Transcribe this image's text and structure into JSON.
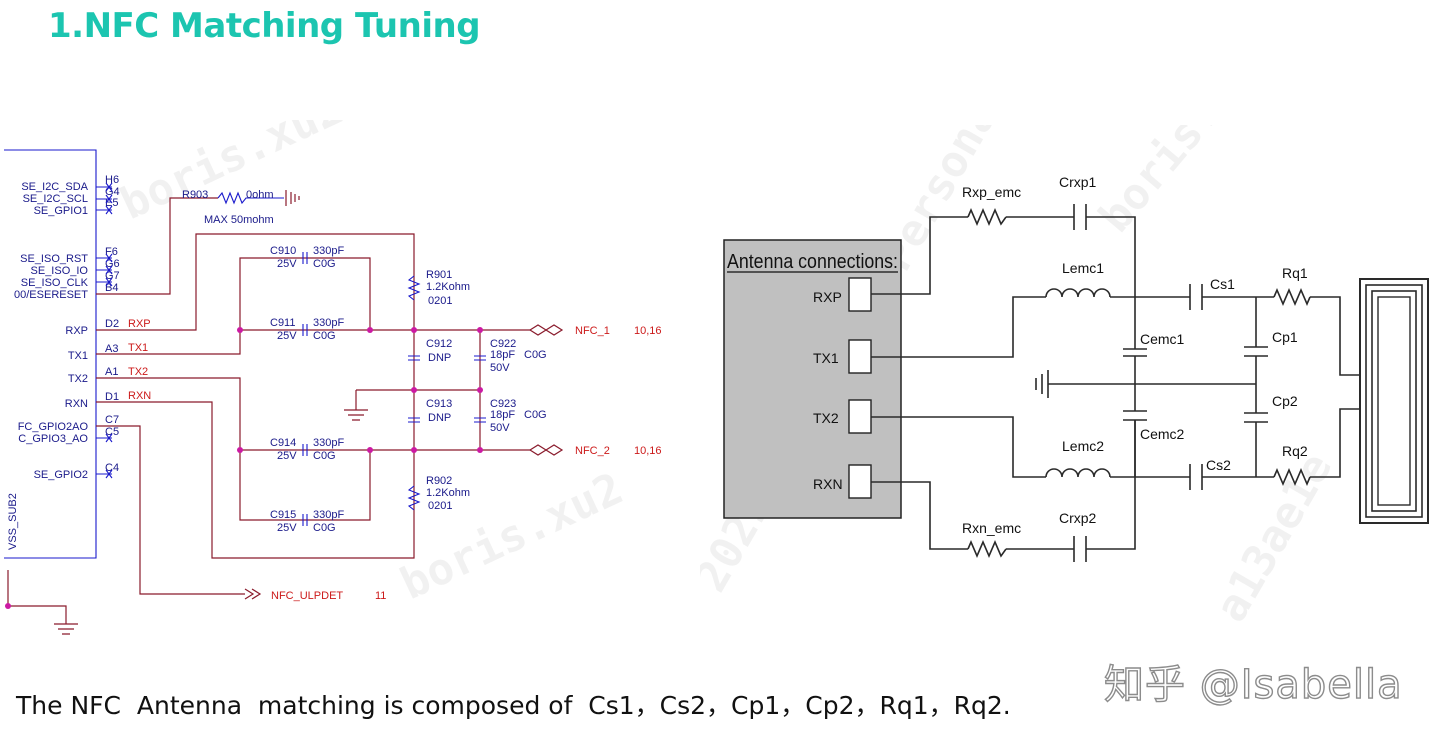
{
  "title": "1.NFC Matching Tuning",
  "caption": "The NFC  Antenna  matching is composed of  Cs1，Cs2，Cp1，Cp2，Rq1，Rq2.",
  "brand": "知乎 @Isabella",
  "schematic": {
    "ic_pins_left": [
      "SE_I2C_SDA",
      "SE_I2C_SCL",
      "SE_GPIO1",
      "SE_ISO_RST",
      "SE_ISO_IO",
      "SE_ISO_CLK",
      "00/ESERESET",
      "RXP",
      "TX1",
      "TX2",
      "RXN",
      "FC_GPIO2AO",
      "C_GPIO3_AO",
      "SE_GPIO2"
    ],
    "ic_pin_numbers": [
      "H6",
      "G4",
      "E5",
      "F6",
      "G6",
      "G7",
      "B4",
      "D2",
      "A3",
      "A1",
      "D1",
      "C7",
      "C5",
      "C4"
    ],
    "ic_net_labels": [
      "RXP",
      "TX1",
      "TX2",
      "RXN"
    ],
    "ic_sub": "VSS_SUB2",
    "r903": {
      "ref": "R903",
      "value": "0ohm",
      "note": "MAX 50mohm"
    },
    "caps": [
      {
        "ref": "C910",
        "value": "330pF",
        "v": "25V",
        "d": "C0G"
      },
      {
        "ref": "C911",
        "value": "330pF",
        "v": "25V",
        "d": "C0G"
      },
      {
        "ref": "C914",
        "value": "330pF",
        "v": "25V",
        "d": "C0G"
      },
      {
        "ref": "C915",
        "value": "330pF",
        "v": "25V",
        "d": "C0G"
      }
    ],
    "r901": {
      "ref": "R901",
      "value": "1.2Kohm",
      "pkg": "0201"
    },
    "r902": {
      "ref": "R902",
      "value": "1.2Kohm",
      "pkg": "0201"
    },
    "c912": {
      "ref": "C912",
      "value": "DNP"
    },
    "c913": {
      "ref": "C913",
      "value": "DNP"
    },
    "c922": {
      "ref": "C922",
      "value": "18pF",
      "d": "C0G",
      "v": "50V"
    },
    "c923": {
      "ref": "C923",
      "value": "18pF",
      "d": "C0G",
      "v": "50V"
    },
    "nets": [
      {
        "name": "NFC_1",
        "pages": "10,16"
      },
      {
        "name": "NFC_2",
        "pages": "10,16"
      },
      {
        "name": "NFC_ULPDET",
        "pages": "11"
      }
    ]
  },
  "matching": {
    "box_title": "Antenna connections:",
    "pins": [
      "RXP",
      "TX1",
      "TX2",
      "RXN"
    ],
    "labels": {
      "rxp_emc": "Rxp_emc",
      "crxp1": "Crxp1",
      "lemc1": "Lemc1",
      "cs1": "Cs1",
      "rq1": "Rq1",
      "cemc1": "Cemc1",
      "cp1": "Cp1",
      "cp2": "Cp2",
      "cemc2": "Cemc2",
      "lemc2": "Lemc2",
      "cs2": "Cs2",
      "rq2": "Rq2",
      "rxn_emc": "Rxn_emc",
      "crxp2": "Crxp2"
    }
  },
  "watermark": {
    "a": "boris.xu2",
    "b": "2021-03-23 AL Personal",
    "c": "a13ae1e"
  }
}
